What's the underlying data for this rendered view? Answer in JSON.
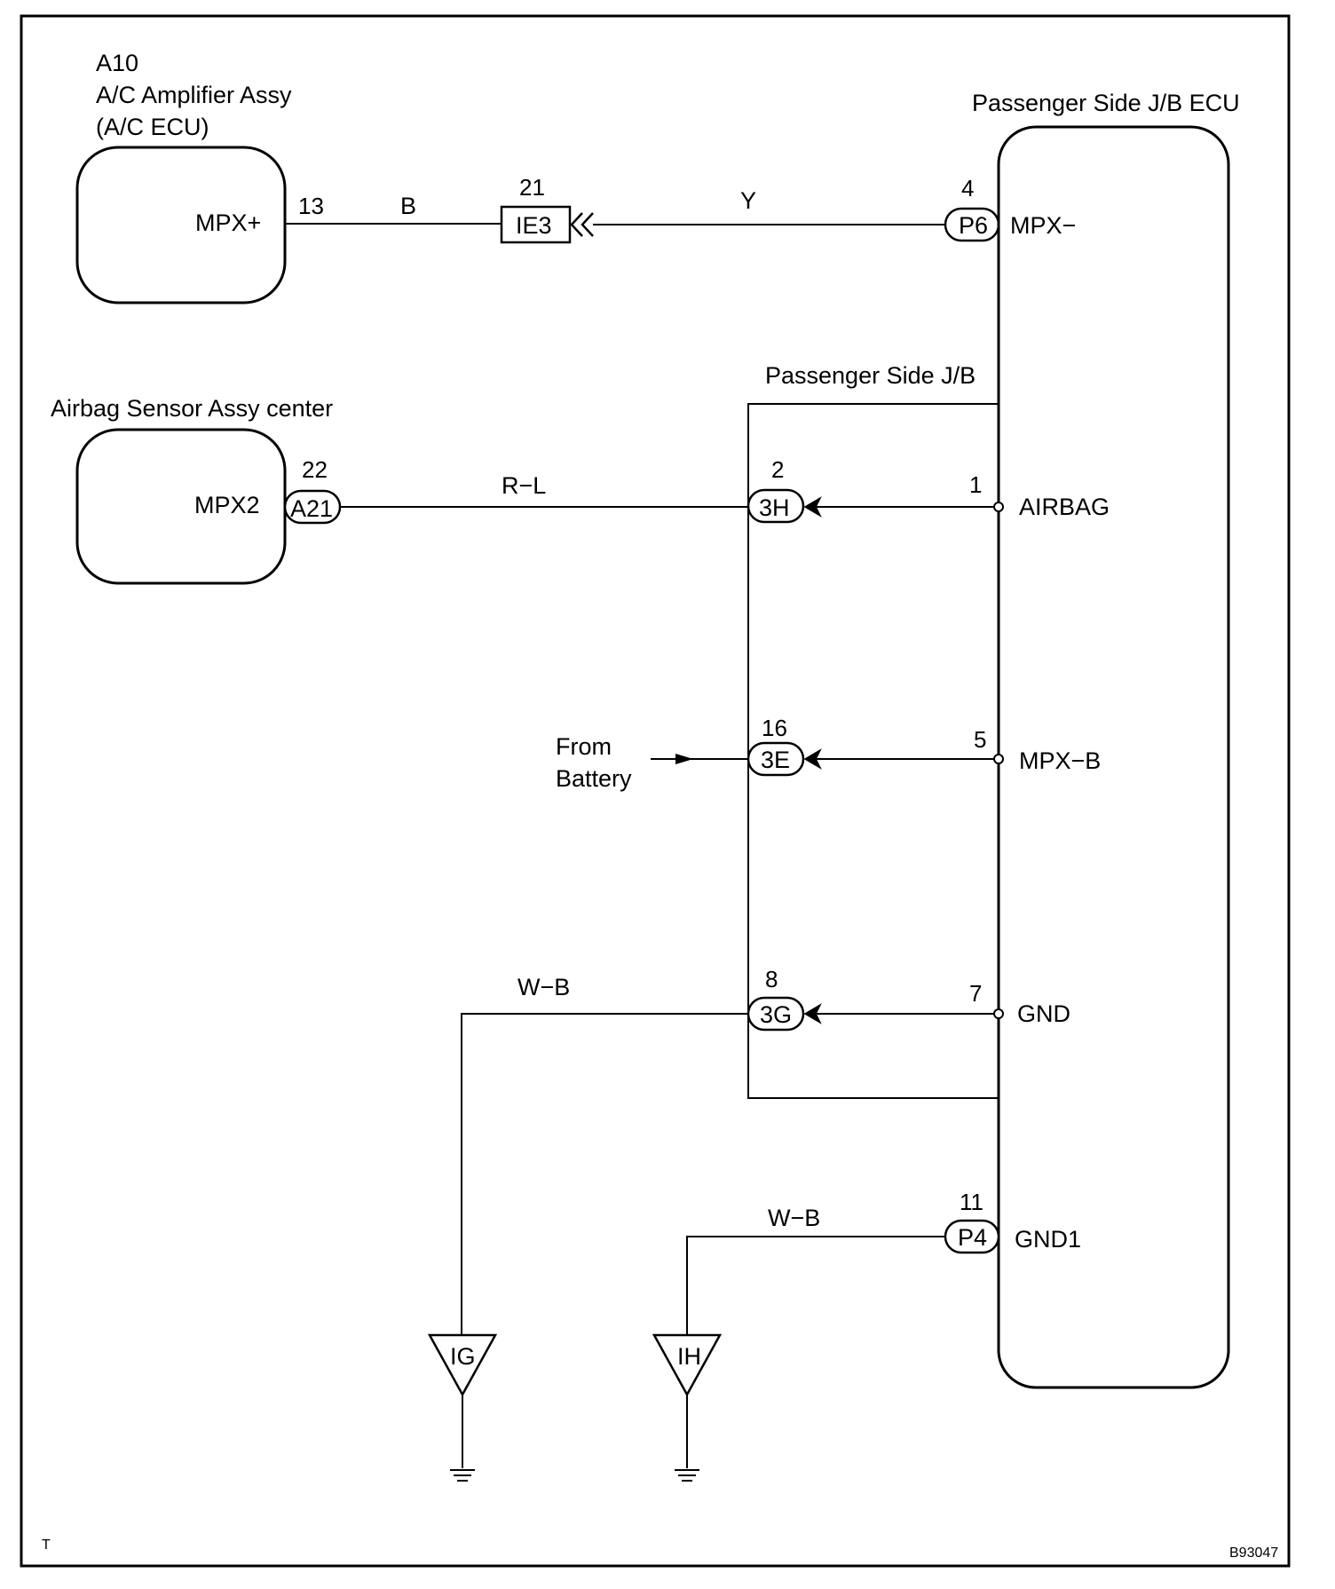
{
  "components": {
    "ac_amplifier": {
      "code": "A10",
      "name": "A/C Amplifier Assy",
      "subname": "(A/C ECU)",
      "terminal": "MPX+"
    },
    "airbag_sensor": {
      "name": "Airbag Sensor Assy center",
      "terminal": "MPX2"
    },
    "jb_ecu": {
      "name": "Passenger Side J/B ECU",
      "terminals": {
        "mpx_minus": "MPX−",
        "airbag": "AIRBAG",
        "mpx_b": "MPX−B",
        "gnd": "GND",
        "gnd1": "GND1"
      }
    },
    "jb": {
      "name": "Passenger Side J/B"
    }
  },
  "connectors": {
    "ie3": {
      "id": "IE3",
      "pin": "21"
    },
    "p6": {
      "id": "P6",
      "pin": "4"
    },
    "a21": {
      "id": "A21",
      "pin": "22"
    },
    "h3": {
      "id": "3H",
      "pin": "2"
    },
    "e3": {
      "id": "3E",
      "pin": "16"
    },
    "g3": {
      "id": "3G",
      "pin": "8"
    },
    "p4": {
      "id": "P4",
      "pin": "11"
    }
  },
  "pins": {
    "ac_mpx": "13",
    "airbag": "1",
    "mpx_b": "5",
    "gnd": "7"
  },
  "wires": {
    "b": "B",
    "y": "Y",
    "rl": "R−L",
    "wb1": "W−B",
    "wb2": "W−B"
  },
  "from_battery": [
    "From",
    "Battery"
  ],
  "grounds": {
    "ig": "IG",
    "ih": "IH"
  },
  "corner": {
    "left": "T",
    "right": "B93047"
  }
}
